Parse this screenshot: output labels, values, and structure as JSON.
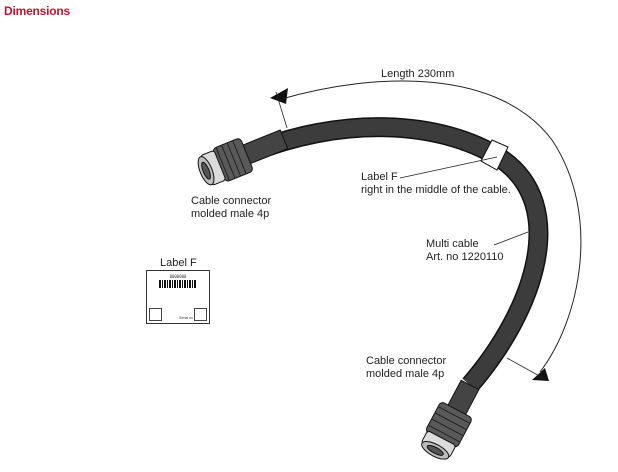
{
  "heading": "Dimensions",
  "length_label": "Length 230mm",
  "connector_top": {
    "line1": "Cable connector",
    "line2": "molded male 4p"
  },
  "connector_bottom": {
    "line1": "Cable connector",
    "line2": "molded male 4p"
  },
  "label_f_note": {
    "line1": "Label F",
    "line2": "right in the middle of the cable."
  },
  "multi_cable": {
    "line1": "Multi cable",
    "line2": "Art. no 1220110"
  },
  "label_card": {
    "title": "Label F",
    "number": "0000000",
    "serial": "Serial no"
  },
  "colors": {
    "heading": "#c8102e",
    "cable": "#3a3a3a",
    "outline": "#111111",
    "connector": "#6a6a6a"
  }
}
